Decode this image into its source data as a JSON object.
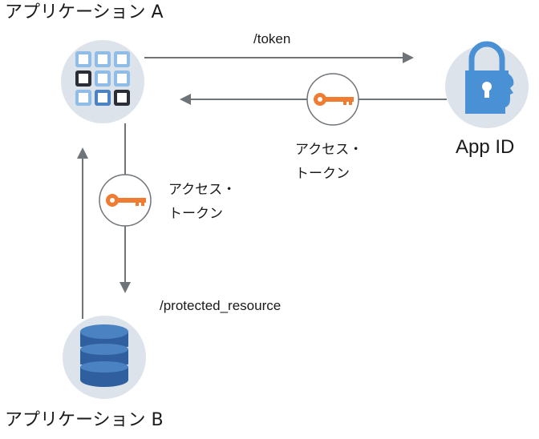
{
  "diagram": {
    "app_a": {
      "label": "アプリケーション A",
      "icon": "app-grid-icon"
    },
    "app_b": {
      "label": "アプリケーション B",
      "icon": "database-icon"
    },
    "app_id": {
      "label": "App ID",
      "icon": "lock-head-icon"
    },
    "edges": {
      "token_request": {
        "label": "/token"
      },
      "token_response": {
        "key_label_line1": "アクセス・",
        "key_label_line2": "トークン",
        "icon": "key-icon"
      },
      "resource_request": {
        "label": "/protected_resource",
        "key_label_line1": "アクセス・",
        "key_label_line2": "トークン",
        "icon": "key-icon"
      }
    },
    "colors": {
      "node_bg": "#dde3ea",
      "arrow": "#6f7479",
      "grid_light": "#8fbde8",
      "grid_dark": "#2a2d33",
      "grid_mid": "#4a82c2",
      "key": "#f07c32",
      "lock": "#4a90d4",
      "db_dark": "#2f5f9f",
      "db_light": "#4a82c2"
    }
  }
}
